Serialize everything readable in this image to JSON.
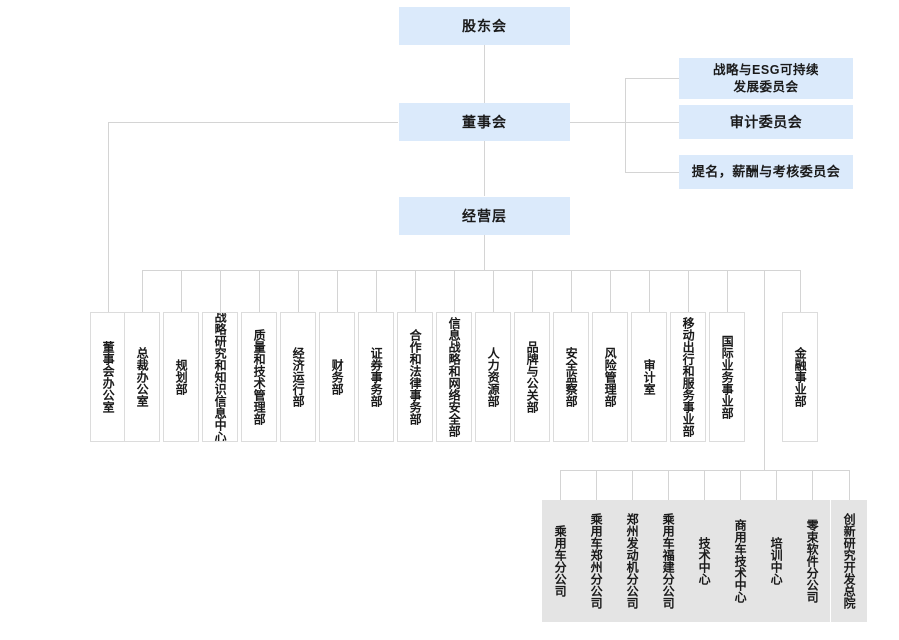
{
  "colors": {
    "node_blue": "#dbeafb",
    "node_gray": "#e4e4e4",
    "node_white": "#ffffff",
    "line": "#d4d4d4",
    "text": "#1a1a1a"
  },
  "top": {
    "shareholders": "股东会",
    "board": "董事会",
    "management": "经营层"
  },
  "committees": [
    {
      "label": "战略与ESG可持续\n发展委员会",
      "line1": "战略与ESG可持续",
      "line2": "发展委员会"
    },
    {
      "label": "审计委员会",
      "line1": "审计委员会",
      "line2": ""
    },
    {
      "label": "提名，薪酬与考核委员会",
      "line1": "提名，薪酬与考核委员会",
      "line2": ""
    }
  ],
  "board_office": {
    "label": "董事会办公室"
  },
  "departments": [
    {
      "label": "总裁办公室"
    },
    {
      "label": "规划部"
    },
    {
      "label": "战略研究和知识信息中心"
    },
    {
      "label": "质量和技术管理部"
    },
    {
      "label": "经济运行部"
    },
    {
      "label": "财务部"
    },
    {
      "label": "证券事务部"
    },
    {
      "label": "合作和法律事务部"
    },
    {
      "label": "信息战略和网络安全部"
    },
    {
      "label": "人力资源部"
    },
    {
      "label": "品牌与公关部"
    },
    {
      "label": "安全监察部"
    },
    {
      "label": "风险管理部"
    },
    {
      "label": "审计室"
    },
    {
      "label": "移动出行和服务事业部"
    },
    {
      "label": "国际业务事业部"
    },
    {
      "label": "金融事业部"
    }
  ],
  "subsidiaries": [
    {
      "label": "乘用车分公司"
    },
    {
      "label": "乘用车郑州分公司"
    },
    {
      "label": "郑州发动机分公司"
    },
    {
      "label": "乘用车福建分公司"
    },
    {
      "label": "技术中心"
    },
    {
      "label": "商用车技术中心"
    },
    {
      "label": "培训中心"
    },
    {
      "label": "零束软件分公司"
    },
    {
      "label": "创新研究开发总院"
    }
  ]
}
